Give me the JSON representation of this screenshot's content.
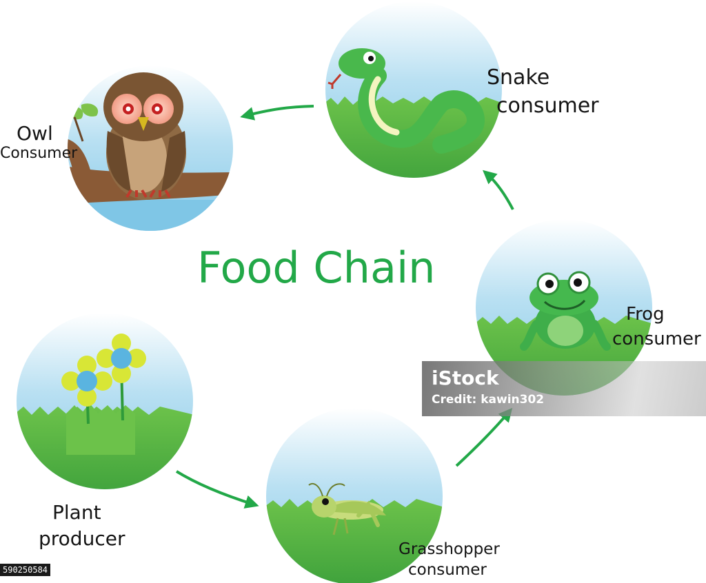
{
  "title": "Food Chain",
  "nodes": [
    {
      "id": "owl",
      "name": "Owl",
      "role": "Consumer"
    },
    {
      "id": "snake",
      "name": "Snake",
      "role": "consumer"
    },
    {
      "id": "frog",
      "name": "Frog",
      "role": "consumer"
    },
    {
      "id": "grasshopper",
      "name": "Grasshopper",
      "role": "consumer"
    },
    {
      "id": "plant",
      "name": "Plant",
      "role": "producer"
    }
  ],
  "edges": [
    {
      "from": "plant",
      "to": "grasshopper"
    },
    {
      "from": "grasshopper",
      "to": "frog"
    },
    {
      "from": "frog",
      "to": "snake"
    },
    {
      "from": "snake",
      "to": "owl"
    }
  ],
  "watermark": {
    "logo": "iStock",
    "credit": "Credit: kawin302"
  },
  "stock_id": "590250584",
  "colors": {
    "title": "#22a848",
    "arrow": "#22a848",
    "sky": "#a9d9ef",
    "grass": "#56b848"
  }
}
